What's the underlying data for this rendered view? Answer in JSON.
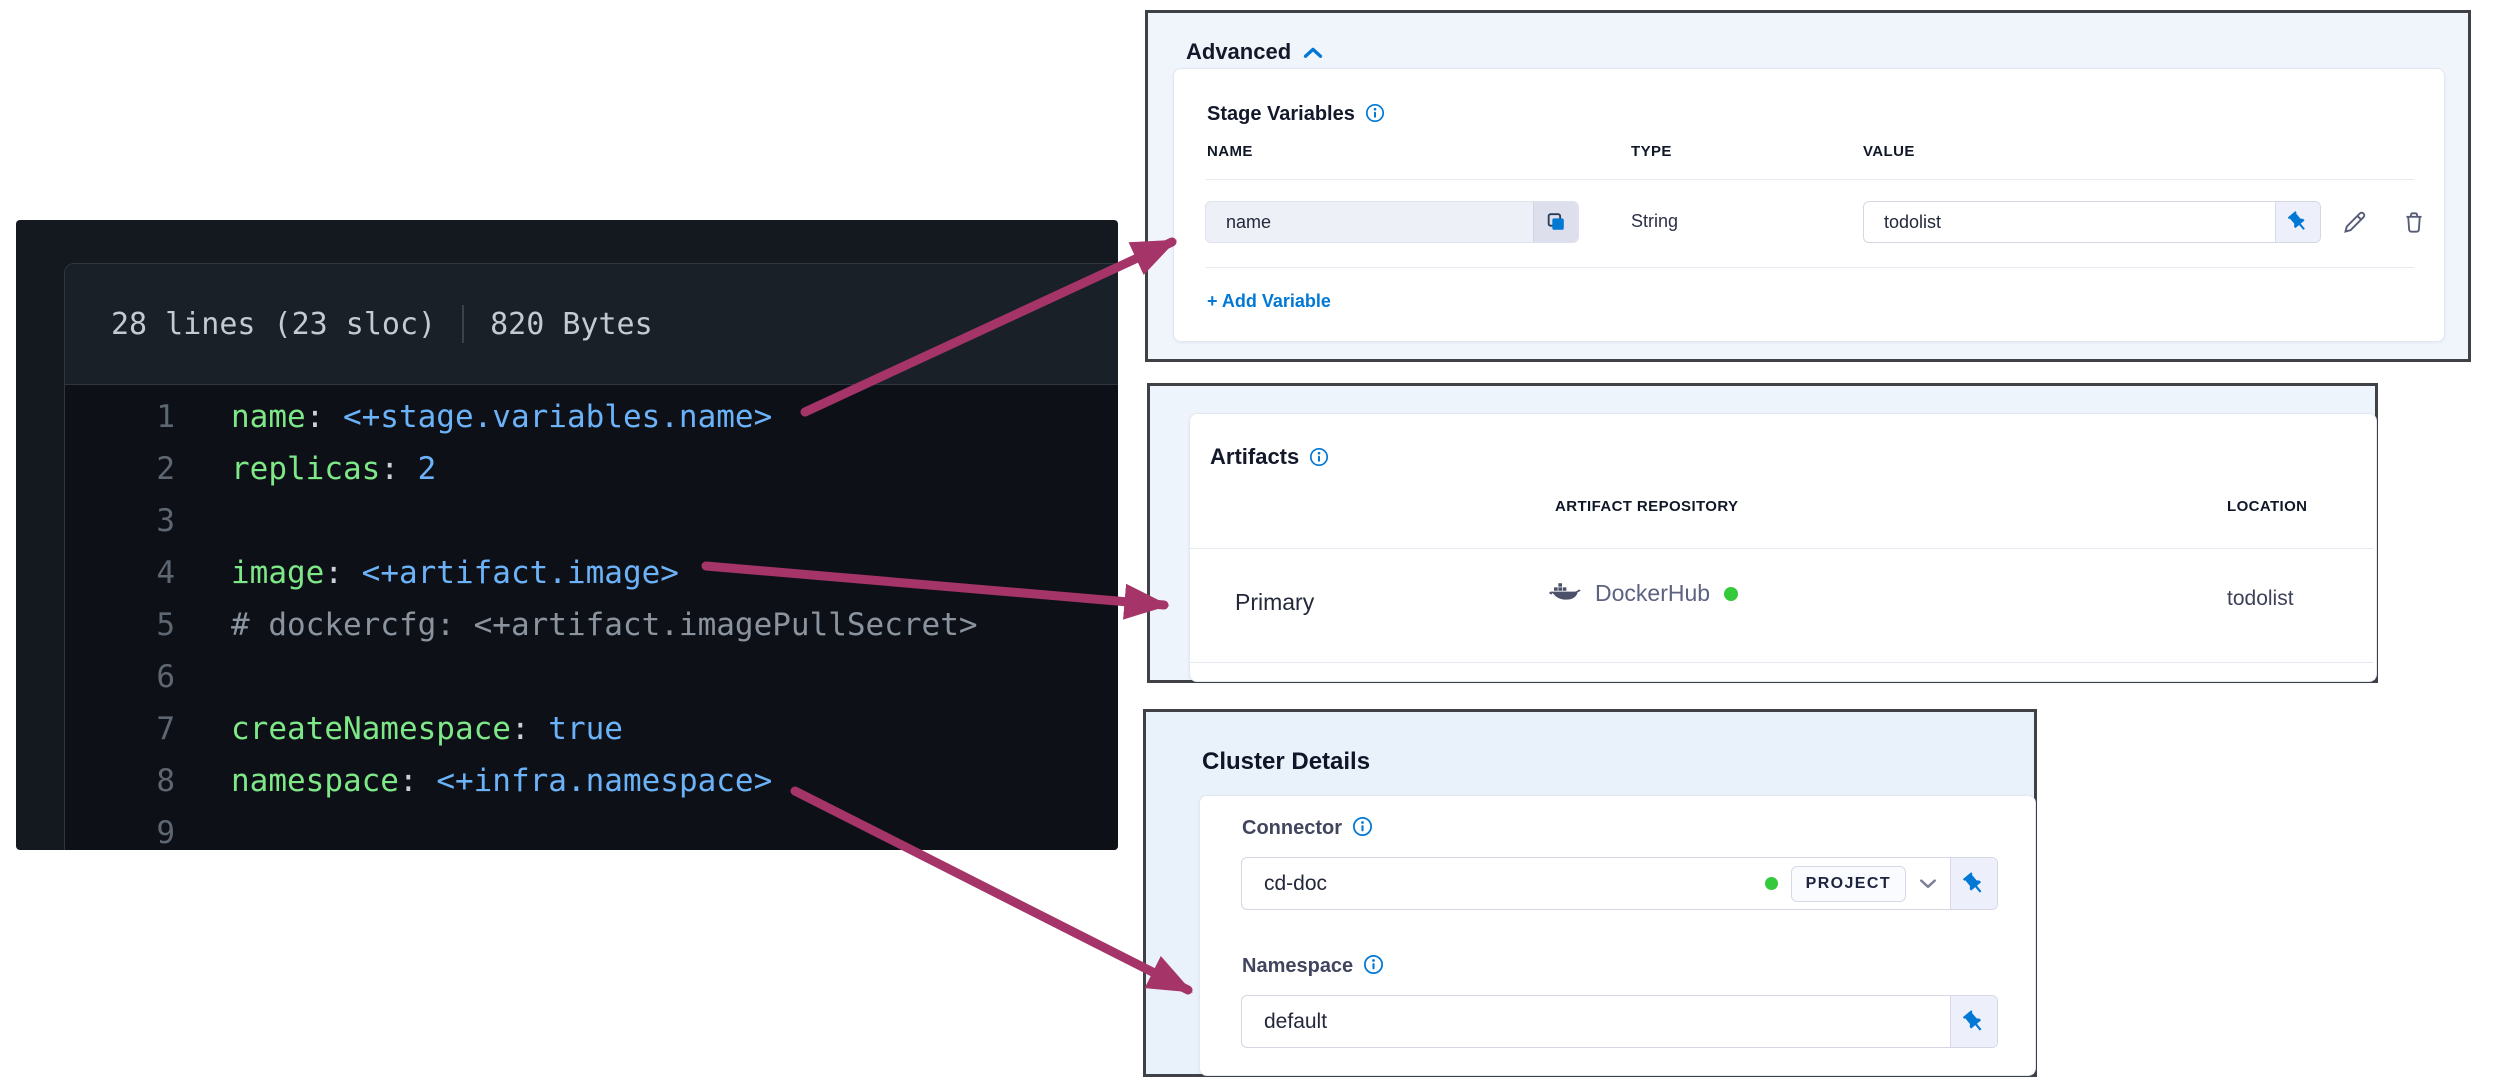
{
  "code_viewer": {
    "meta": {
      "lines_sloc": "28 lines (23 sloc)",
      "size": "820 Bytes"
    },
    "lines": [
      {
        "num": "1",
        "key": "name",
        "sep": ": ",
        "val": "<+stage.variables.name>"
      },
      {
        "num": "2",
        "key": "replicas",
        "sep": ": ",
        "val": "2"
      },
      {
        "num": "3"
      },
      {
        "num": "4",
        "key": "image",
        "sep": ": ",
        "val": "<+artifact.image>"
      },
      {
        "num": "5",
        "comment": "# dockercfg: <+artifact.imagePullSecret>"
      },
      {
        "num": "6"
      },
      {
        "num": "7",
        "key": "createNamespace",
        "sep": ": ",
        "val": "true"
      },
      {
        "num": "8",
        "key": "namespace",
        "sep": ": ",
        "val": "<+infra.namespace>"
      },
      {
        "num": "9"
      }
    ]
  },
  "advanced": {
    "title": "Advanced",
    "section_title": "Stage Variables",
    "columns": {
      "name": "NAME",
      "type": "TYPE",
      "value": "VALUE"
    },
    "variable_row": {
      "name_placeholder": "name",
      "type": "String",
      "value": "todolist"
    },
    "add_variable_label": "+ Add Variable"
  },
  "artifacts": {
    "title": "Artifacts",
    "columns": {
      "repository": "ARTIFACT REPOSITORY",
      "location": "LOCATION"
    },
    "row": {
      "name": "Primary",
      "repository": "DockerHub",
      "location": "todolist"
    }
  },
  "cluster": {
    "title": "Cluster Details",
    "connector": {
      "label": "Connector",
      "value": "cd-doc",
      "scope": "PROJECT"
    },
    "namespace": {
      "label": "Namespace",
      "value": "default"
    }
  },
  "icons": {
    "collapse": "chevron-up",
    "expand_scope": "chevron-down",
    "help": "info-circle",
    "copy": "copy",
    "fixed_value": "pushpin",
    "edit": "pencil",
    "delete": "trash",
    "repository": "docker-whale",
    "status": "green-dot"
  },
  "colors": {
    "accent": "#0278d5",
    "arrow": "#a53568",
    "status_green": "#35c93c",
    "code_key": "#7ee787",
    "code_value": "#6cb2f8",
    "code_comment": "#8b949e"
  }
}
